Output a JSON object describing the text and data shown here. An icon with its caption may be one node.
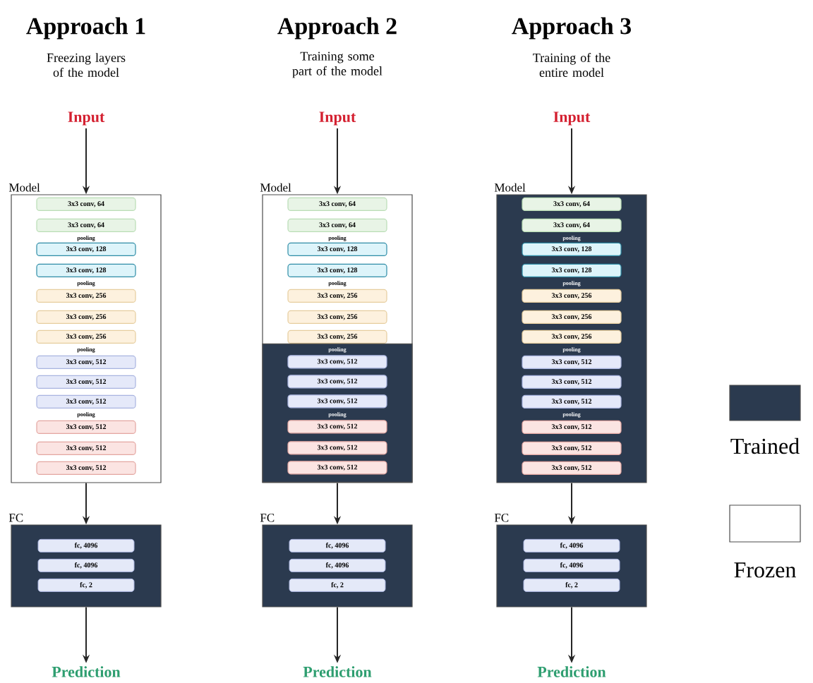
{
  "diagram": {
    "nodes": [
      {
        "text": [
          "Input"
        ]
      },
      {
        "text": [
          "Model"
        ]
      },
      {
        "text": [
          "3x3 conv, 64"
        ],
        "in": 1
      },
      {
        "text": [
          "3x3 conv, 64"
        ],
        "in": 1
      },
      {
        "text": [
          "3x3 conv, 128"
        ],
        "in": 1
      },
      {
        "text": [
          "3x3 conv, 128"
        ],
        "in": 1
      },
      {
        "text": [
          "3x3 conv, 256"
        ],
        "in": 1
      },
      {
        "text": [
          "3x3 conv, 256"
        ],
        "in": 1
      },
      {
        "text": [
          "3x3 conv, 256"
        ],
        "in": 1
      },
      {
        "text": [
          "3x3 conv, 512"
        ],
        "in": 1
      },
      {
        "text": [
          "3x3 conv, 512"
        ],
        "in": 1
      },
      {
        "text": [
          "3x3 conv, 512"
        ],
        "in": 1
      },
      {
        "text": [
          "3x3 conv, 512"
        ],
        "in": 1
      },
      {
        "text": [
          "3x3 conv, 512"
        ],
        "in": 1
      },
      {
        "text": [
          "3x3 conv, 512"
        ],
        "in": 1
      },
      {
        "text": [
          "FC"
        ]
      },
      {
        "text": [
          "fc, 4096"
        ],
        "in": 15
      },
      {
        "text": [
          "fc, 4096"
        ],
        "in": 15
      },
      {
        "text": [
          "fc, 2"
        ],
        "in": 15
      },
      {
        "text": [
          "Prediction"
        ]
      },
      {
        "text": [
          "Input"
        ]
      },
      {
        "text": [
          "Model"
        ]
      },
      {
        "text": [
          "3x3 conv, 64"
        ],
        "in": 21
      },
      {
        "text": [
          "3x3 conv, 64"
        ],
        "in": 21
      },
      {
        "text": [
          "3x3 conv, 128"
        ],
        "in": 21
      },
      {
        "text": [
          "3x3 conv, 128"
        ],
        "in": 21
      },
      {
        "text": [
          "3x3 conv, 256"
        ],
        "in": 21
      },
      {
        "text": [
          "3x3 conv, 256"
        ],
        "in": 21
      },
      {
        "text": [
          "3x3 conv, 256"
        ],
        "in": 21
      },
      {
        "text": [],
        "shape": "box",
        "in": 21
      },
      {
        "text": [
          "3x3 conv, 512"
        ],
        "in": 29
      },
      {
        "text": [
          "3x3 conv, 512"
        ],
        "in": 29
      },
      {
        "text": [
          "3x3 conv, 512"
        ],
        "in": 29
      },
      {
        "text": [
          "3x3 conv, 512"
        ],
        "in": 29
      },
      {
        "text": [
          "3x3 conv, 512"
        ],
        "in": 29
      },
      {
        "text": [
          "3x3 conv, 512"
        ],
        "in": 29
      },
      {
        "text": [
          "FC"
        ]
      },
      {
        "text": [
          "fc, 4096"
        ],
        "in": 36
      },
      {
        "text": [
          "fc, 4096"
        ],
        "in": 36
      },
      {
        "text": [
          "fc, 2"
        ],
        "in": 36
      },
      {
        "text": [
          "Prediction"
        ]
      },
      {
        "text": [
          "Input"
        ]
      },
      {
        "text": [
          "Model"
        ]
      },
      {
        "text": [
          "3x3 conv, 64"
        ],
        "in": 42
      },
      {
        "text": [
          "3x3 conv, 64"
        ],
        "in": 42
      },
      {
        "text": [
          "3x3 conv, 128"
        ],
        "in": 42
      },
      {
        "text": [
          "3x3 conv, 128"
        ],
        "in": 42
      },
      {
        "text": [
          "3x3 conv, 256"
        ],
        "in": 42
      },
      {
        "text": [
          "3x3 conv, 256"
        ],
        "in": 42
      },
      {
        "text": [
          "3x3 conv, 256"
        ],
        "in": 42
      },
      {
        "text": [
          "3x3 conv, 512"
        ],
        "in": 42
      },
      {
        "text": [
          "3x3 conv, 512"
        ],
        "in": 42
      },
      {
        "text": [
          "3x3 conv, 512"
        ],
        "in": 42
      },
      {
        "text": [
          "3x3 conv, 512"
        ],
        "in": 42
      },
      {
        "text": [
          "3x3 conv, 512"
        ],
        "in": 42
      },
      {
        "text": [
          "3x3 conv, 512"
        ],
        "in": 42
      },
      {
        "text": [
          "FC"
        ]
      },
      {
        "text": [
          "fc, 4096"
        ],
        "in": 56
      },
      {
        "text": [
          "fc, 4096"
        ],
        "in": 56
      },
      {
        "text": [
          "fc, 2"
        ],
        "in": 56
      },
      {
        "text": [
          "Prediction"
        ]
      }
    ],
    "edges": [
      {
        "from": 0,
        "to": 1,
        "arrow": "to"
      },
      {
        "from": 1,
        "to": 15,
        "arrow": "to"
      },
      {
        "from": 15,
        "to": 19,
        "arrow": "to"
      },
      {
        "from": 20,
        "to": 21,
        "arrow": "to"
      },
      {
        "from": 21,
        "to": 36,
        "arrow": "to"
      },
      {
        "from": 36,
        "to": 40,
        "arrow": "to"
      },
      {
        "from": 41,
        "to": 42,
        "arrow": "to"
      },
      {
        "from": 42,
        "to": 56,
        "arrow": "to"
      },
      {
        "from": 56,
        "to": 60,
        "arrow": "to"
      }
    ],
    "labels": [
      "Approach 1",
      "Approach 2",
      "Approach 3",
      "Freezing layers of the model",
      "Training some part of the model",
      "Training of the entire model",
      "pooling",
      "pooling",
      "pooling",
      "pooling",
      "pooling",
      "pooling",
      "pooling",
      "pooling",
      "pooling",
      "pooling",
      "pooling",
      "pooling"
    ],
    "legend": [
      {
        "text": "Trained",
        "color": "#2b3a4f"
      },
      {
        "text": "Frozen"
      }
    ]
  }
}
